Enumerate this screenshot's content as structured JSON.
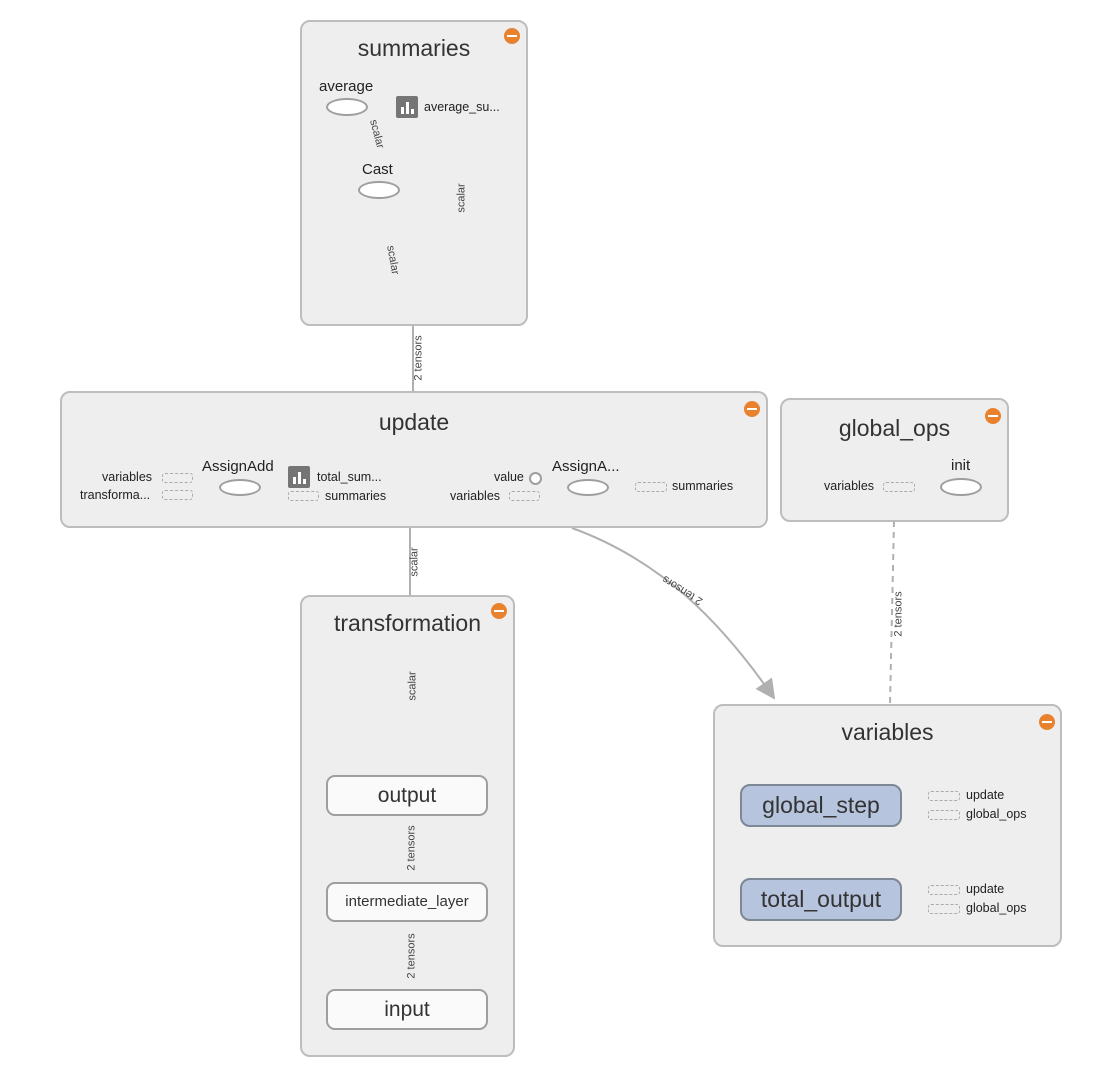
{
  "summaries": {
    "title": "summaries",
    "average_label": "average",
    "average_summary_label": "average_su...",
    "cast_label": "Cast",
    "edge_avg_cast": "scalar",
    "edge_cast_out": "scalar",
    "edge_avg_out": "scalar"
  },
  "edge_summaries_update": "2 tensors",
  "update": {
    "title": "update",
    "assign_add_label": "AssignAdd",
    "assign_a2_label": "AssignA...",
    "in_variables_1": "variables",
    "in_transformation": "transforma...",
    "out_total_sum": "total_sum...",
    "out_summaries_1": "summaries",
    "in_value": "value",
    "in_variables_2": "variables",
    "out_summaries_2": "summaries"
  },
  "global_ops": {
    "title": "global_ops",
    "init_label": "init",
    "in_variables": "variables"
  },
  "edge_update_transformation": "scalar",
  "edge_update_variables": "2 tensors",
  "edge_globalops_variables": "2 tensors",
  "transformation": {
    "title": "transformation",
    "edge_output_top": "scalar",
    "output_label": "output",
    "edge_output_intermediate": "2 tensors",
    "intermediate_label": "intermediate_layer",
    "edge_intermediate_input": "2 tensors",
    "input_label": "input"
  },
  "variables": {
    "title": "variables",
    "global_step_label": "global_step",
    "gs_update": "update",
    "gs_global_ops": "global_ops",
    "total_output_label": "total_output",
    "to_update": "update",
    "to_global_ops": "global_ops"
  },
  "colors": {
    "group_fill": "#eeeeee",
    "group_border": "#bdbdbd",
    "collapse_button": "#e8822e",
    "variable_fill": "#b6c4de",
    "edge": "#b0b0b0"
  }
}
